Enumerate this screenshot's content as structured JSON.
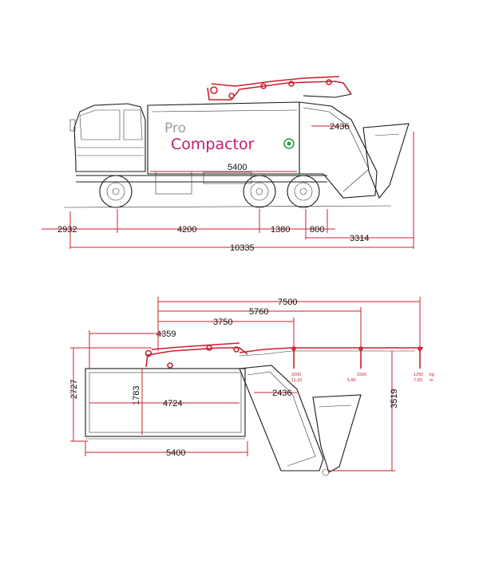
{
  "logo": {
    "line1": "Pro",
    "line2": "Compactor",
    "badge_color": "#2e9e47",
    "text_color": "#c21b6e"
  },
  "top_view": {
    "dim_body": "5400",
    "dim_arm": "2436",
    "dim_front": "2932",
    "dim_wheelbase": "4200",
    "dim_axles": "1380",
    "dim_rear_axle": "800",
    "dim_rear": "3314",
    "dim_total": "10335"
  },
  "bottom_view": {
    "dim_7500": "7500",
    "dim_5760": "5760",
    "dim_3750": "3750",
    "dim_4359": "4359",
    "dim_2436": "2436",
    "dim_2727": "2727",
    "dim_1783": "1783",
    "dim_4724": "4724",
    "dim_5400": "5400",
    "dim_3519": "3519",
    "load1a": "3200",
    "load1b": "11,10",
    "load2a": "1560",
    "load2b": "5,80",
    "load3a": "1250",
    "load3b": "7,50",
    "unit1": "kg",
    "unit2": "m"
  },
  "colors": {
    "dimension_red": "#cc1f2f",
    "outline": "#1a1a1a"
  }
}
